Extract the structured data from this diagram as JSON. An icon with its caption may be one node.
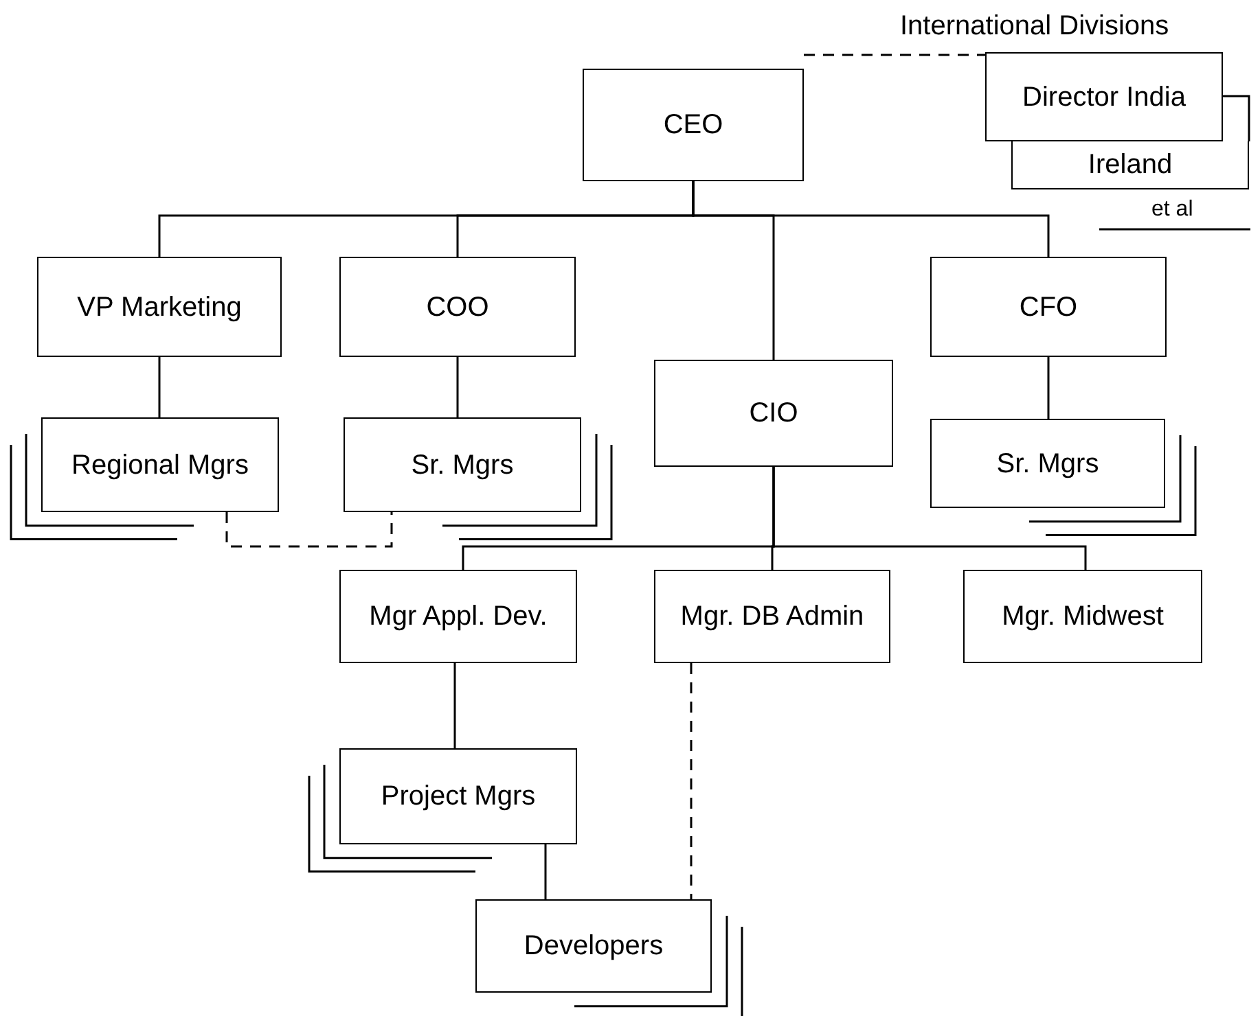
{
  "diagram": {
    "nodes": [
      {
        "text": [
          "CEO"
        ]
      },
      {
        "text": [
          "Director India"
        ]
      },
      {
        "text": [
          "Ireland"
        ]
      },
      {
        "text": [
          "VP Marketing"
        ]
      },
      {
        "text": [
          "COO"
        ]
      },
      {
        "text": [
          "CIO"
        ]
      },
      {
        "text": [
          "CFO"
        ]
      },
      {
        "text": [
          "Regional Mgrs"
        ]
      },
      {
        "text": [
          "Sr. Mgrs"
        ]
      },
      {
        "text": [
          "Sr. Mgrs"
        ]
      },
      {
        "text": [
          "Mgr Appl. Dev."
        ]
      },
      {
        "text": [
          "Mgr. DB Admin"
        ]
      },
      {
        "text": [
          "Mgr. Midwest"
        ]
      },
      {
        "text": [
          "Project Mgrs"
        ]
      },
      {
        "text": [
          "Developers"
        ]
      }
    ],
    "edges": [
      {
        "from": 0,
        "to": 1,
        "arrow": "none",
        "style": "dashed"
      },
      {
        "from": 0,
        "to": 3,
        "arrow": "none"
      },
      {
        "from": 0,
        "to": 4,
        "arrow": "none"
      },
      {
        "from": 0,
        "to": 5,
        "arrow": "none"
      },
      {
        "from": 0,
        "to": 6,
        "arrow": "none"
      },
      {
        "from": 3,
        "to": 7,
        "arrow": "none"
      },
      {
        "from": 4,
        "to": 8,
        "arrow": "none"
      },
      {
        "from": 6,
        "to": 9,
        "arrow": "none"
      },
      {
        "from": 7,
        "to": 8,
        "arrow": "none",
        "style": "dashed"
      },
      {
        "from": 5,
        "to": 10,
        "arrow": "none"
      },
      {
        "from": 5,
        "to": 11,
        "arrow": "none"
      },
      {
        "from": 5,
        "to": 12,
        "arrow": "none"
      },
      {
        "from": 10,
        "to": 13,
        "arrow": "none"
      },
      {
        "from": 13,
        "to": 14,
        "arrow": "none"
      },
      {
        "from": 11,
        "to": 14,
        "arrow": "none",
        "style": "dashed"
      }
    ],
    "labels": [
      "International Divisions",
      "et al"
    ]
  }
}
